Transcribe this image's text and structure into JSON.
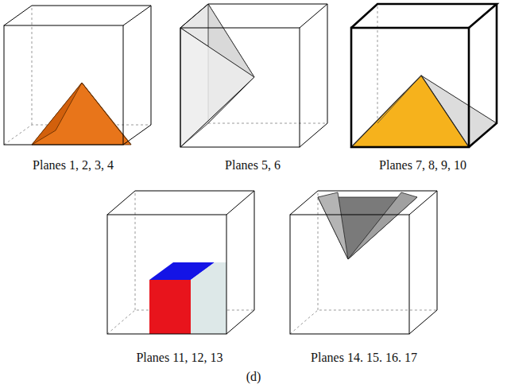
{
  "diagram": {
    "caption": "(d)",
    "labels": [
      "Planes 1, 2, 3, 4",
      "Planes 5, 6",
      "Planes 7, 8, 9, 10",
      "Planes 11, 12, 13",
      "Planes 14. 15. 16. 17"
    ]
  }
}
